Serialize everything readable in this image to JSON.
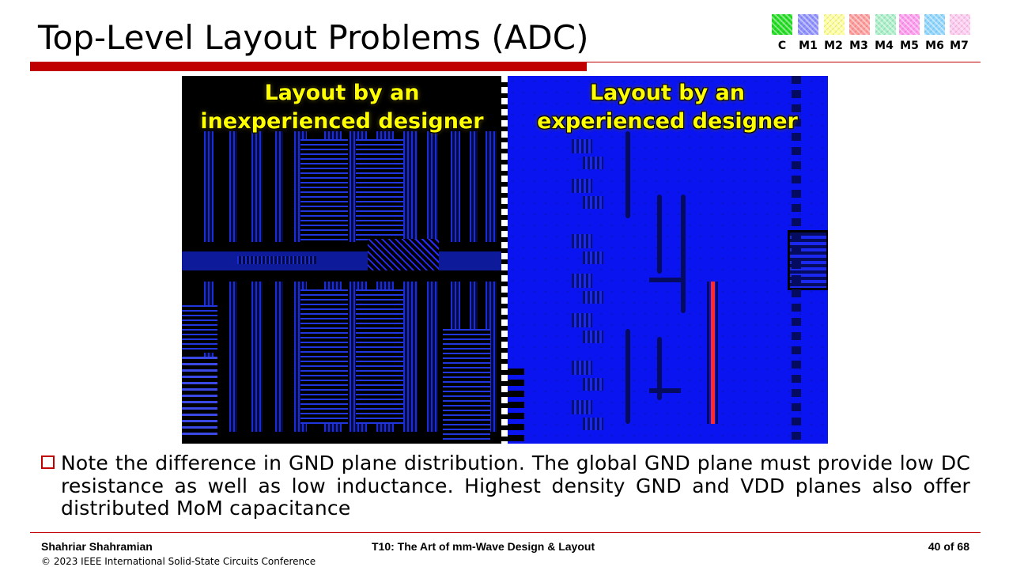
{
  "title": "Top-Level Layout Problems (ADC)",
  "legend": [
    {
      "label": "C",
      "color": "#22dd22"
    },
    {
      "label": "M1",
      "color": "#8e90ff"
    },
    {
      "label": "M2",
      "color": "#ffff99"
    },
    {
      "label": "M3",
      "color": "#ff9a9a"
    },
    {
      "label": "M4",
      "color": "#a9f0c8"
    },
    {
      "label": "M5",
      "color": "#ff99ee"
    },
    {
      "label": "M6",
      "color": "#8ed6ff"
    },
    {
      "label": "M7",
      "color": "#ffc9f0"
    }
  ],
  "figure": {
    "left_caption": [
      "Layout by an",
      "inexperienced designer"
    ],
    "right_caption": [
      "Layout by an",
      "experienced designer"
    ]
  },
  "bullet": "Note the difference in GND plane distribution. The global GND plane must provide low DC resistance as well as low inductance. Highest density GND and VDD planes also offer distributed MoM capacitance",
  "footer": {
    "author": "Shahriar Shahramian",
    "course": "T10: The Art of mm-Wave Design & Layout",
    "page": "40 of 68",
    "copyright": "© 2023 IEEE International Solid-State Circuits Conference"
  }
}
